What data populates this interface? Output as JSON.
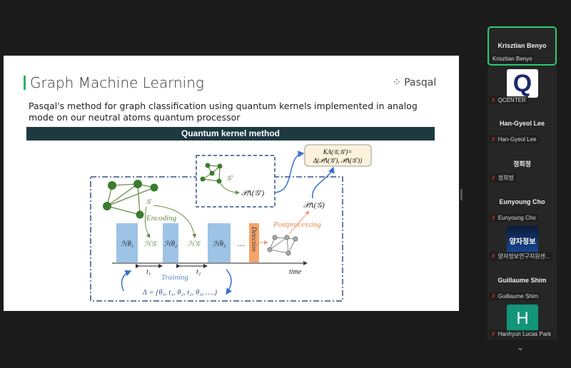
{
  "slide": {
    "title": "Graph Machine Learning",
    "logo": "Pasqal",
    "subtitle_line1": "Pasqal's method for graph classification using quantum kernels implemented in analog",
    "subtitle_line2": "mode on our neutral atoms quantum processor",
    "header": "Quantum kernel method",
    "diagram": {
      "kernel_line1": "KΛ(𝒢,𝒢′)=",
      "kernel_line2": "Δ(𝒫Λ(𝒢′), 𝒫Λ(𝒢′))",
      "g_prime": "𝒢′",
      "p_g_prime": "𝒫Λ(𝒢′)",
      "p_g": "𝒫Λ(𝒢)",
      "g": "𝒢",
      "encoding": "Encoding",
      "postprocessing": "Postprocessing",
      "h1": "ℋθ₁",
      "h2": "ℋθ₂",
      "h3": "ℋθ₃",
      "hg": "ℋ𝒢",
      "dots": "…",
      "detection": "Detection",
      "t1": "t₁",
      "t2": "t₂",
      "time": "time",
      "training": "Training",
      "lambda": "Λ = {θ₁, t₁, θ₂, t₂, θ₃, ….}"
    }
  },
  "participants": [
    {
      "name": "Krisztian Benyo",
      "label": "Krisztian Benyo",
      "active": true
    },
    {
      "avatar": "Q",
      "label": "QCENTER"
    },
    {
      "name": "Han-Gyeol Lee",
      "label": "Han-Gyeol Lee"
    },
    {
      "name": "정희정",
      "label": "정희정"
    },
    {
      "name": "Eunyoung Cho",
      "label": "Eunyoung Cho"
    },
    {
      "avatar": "양자정보",
      "label": "양자정보연구지원센..."
    },
    {
      "name": "Guillaume Shim",
      "label": "Guillaume Shim"
    },
    {
      "avatar": "H",
      "label": "Hanhyun Lucas Park"
    }
  ],
  "colors": {
    "active": "#2ecc71",
    "muted": "#e0302e",
    "bar": "#9dc3e6",
    "detection": "#f4a46a",
    "graph": "#3a7d2c"
  }
}
